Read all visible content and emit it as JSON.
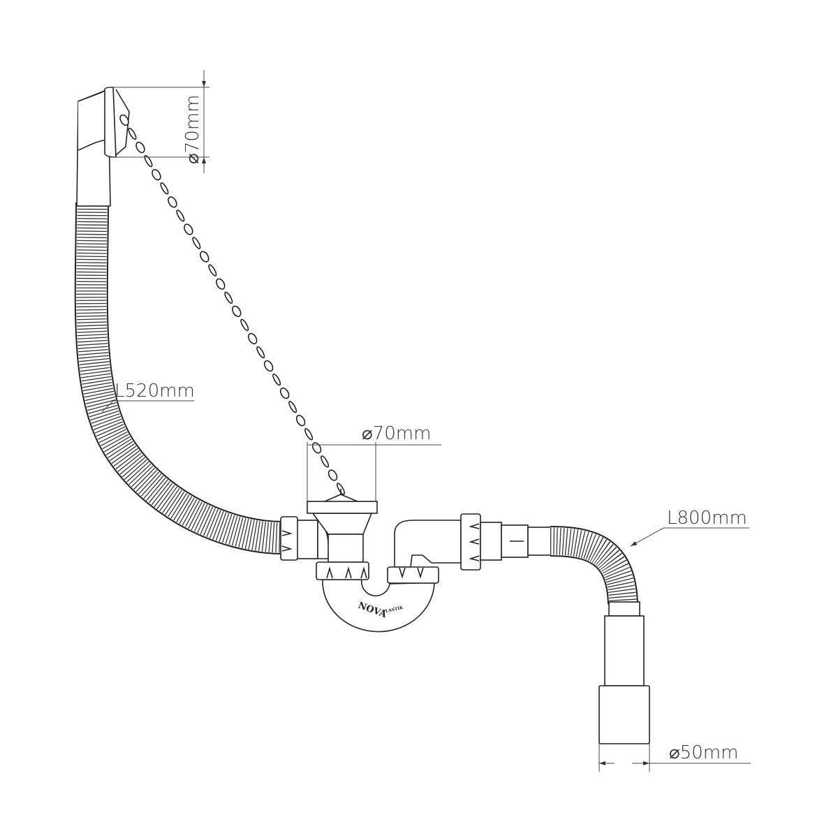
{
  "labels": {
    "overflow_diameter": "⌀70mm",
    "overflow_hose_length": "L520mm",
    "waste_diameter": "⌀70mm",
    "outlet_hose_length": "L800mm",
    "outlet_diameter": "⌀50mm"
  },
  "brand": {
    "name": "NOVA",
    "sub": "PLASTIK"
  },
  "chain_links": 28
}
